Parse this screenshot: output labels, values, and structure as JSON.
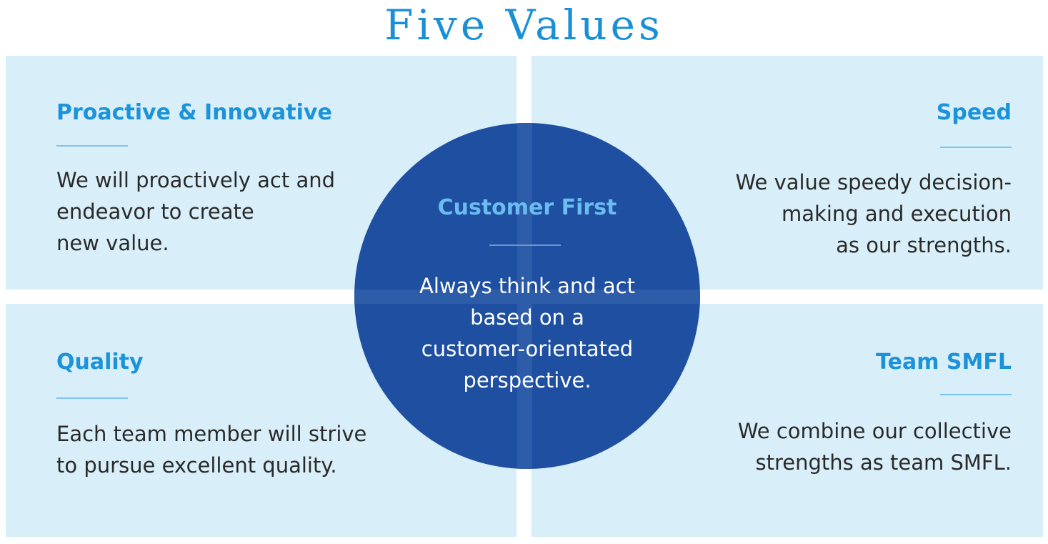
{
  "title": "Five Values",
  "center": {
    "title": "Customer First",
    "text": "Always think and act\nbased on a\ncustomer-orientated\nperspective."
  },
  "values": {
    "top_left": {
      "title": "Proactive & Innovative",
      "text": "We will proactively act and\nendeavor to create\nnew value."
    },
    "top_right": {
      "title": "Speed",
      "text": "We value speedy decision-\nmaking and execution\nas our strengths."
    },
    "bottom_left": {
      "title": "Quality",
      "text": "Each team member will strive\nto pursue excellent quality."
    },
    "bottom_right": {
      "title": "Team SMFL",
      "text": "We combine our collective\nstrengths as team SMFL."
    }
  },
  "colors": {
    "title": "#1a8fd6",
    "quadrant_background": "#d8eef9",
    "value_heading": "#1c93d9",
    "circle": "#1f4fa0",
    "circle_heading": "#6bbcf0",
    "body_text": "#2a2a2a"
  }
}
